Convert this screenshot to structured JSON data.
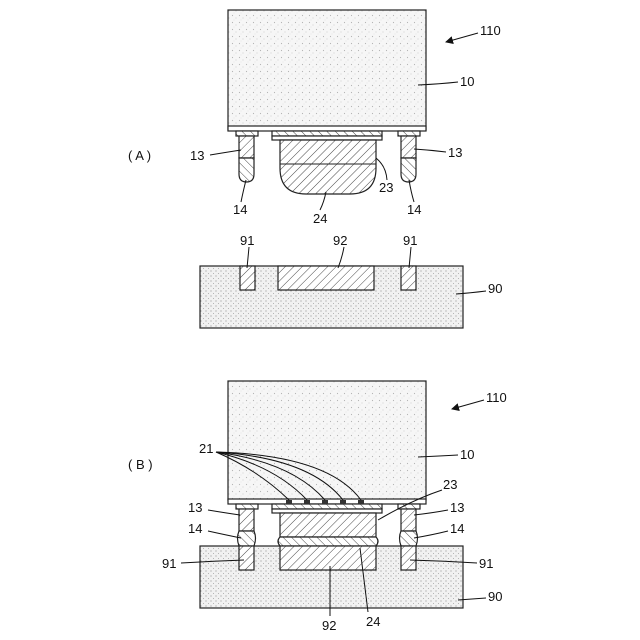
{
  "panels": {
    "a": "( A )",
    "b": "( B )"
  },
  "labels_a": {
    "module": "110",
    "substrate": "10",
    "pin_left": "13",
    "pin_right": "13",
    "tip_left": "14",
    "tip_right": "14",
    "electrode": "23",
    "bump": "24",
    "hole_left": "91",
    "recess": "92",
    "hole_right": "91",
    "board": "90"
  },
  "labels_b": {
    "module": "110",
    "pads": "21",
    "substrate": "10",
    "electrode": "23",
    "pin_left": "13",
    "pin_right": "13",
    "tip_left": "14",
    "tip_right": "14",
    "hole_left": "91",
    "hole_right": "91",
    "board": "90",
    "recess": "92",
    "bump": "24"
  }
}
